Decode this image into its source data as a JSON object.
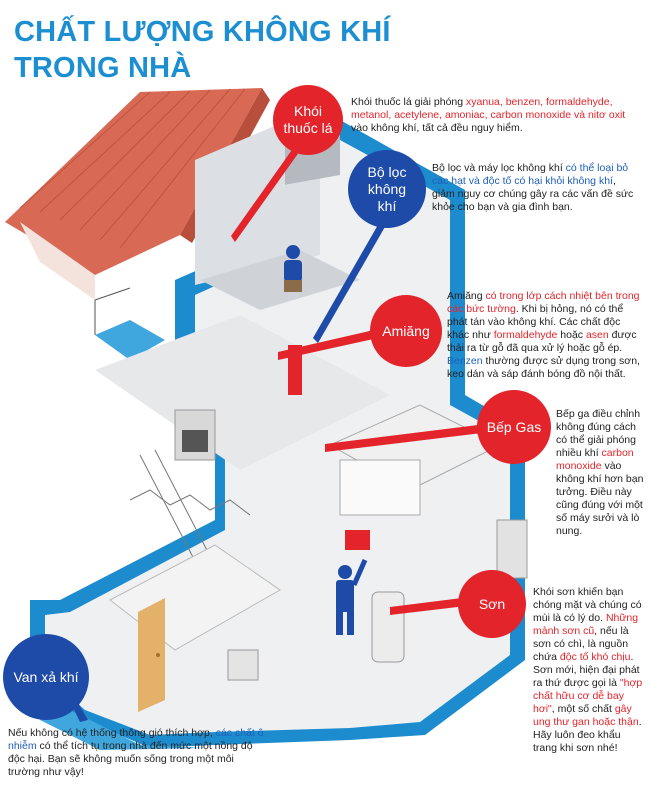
{
  "title": {
    "line1": "CHẤT LƯỢNG KHÔNG KHÍ",
    "line2": "TRONG NHÀ"
  },
  "colors": {
    "title": "#1c8fd3",
    "accent_red": "#e3242b",
    "accent_blue": "#1e4aa8",
    "wall_blue": "#1d8ccf"
  },
  "bubbles": {
    "smoke": "Khói thuốc lá",
    "filter": "Bộ lọc không khí",
    "asbestos": "Amiăng",
    "gas": "Bếp Gas",
    "paint": "Sơn",
    "vent": "Van xả khí"
  },
  "texts": {
    "smoke": {
      "a": "Khói thuốc lá giải phóng ",
      "b": "xyanua, benzen, formaldehyde, metanol, acetylene, amoniac, carbon monoxide và nitơ oxit",
      "c": " vào không khí, tất cả đều nguy hiểm."
    },
    "filter": {
      "a": "Bộ lọc và máy lọc không khí ",
      "b": "có thể loại bỏ các hạt và độc tố có hại khỏi không khí",
      "c": ", giảm nguy cơ chúng gây ra các vấn đề sức khỏe cho bạn và gia đình bạn."
    },
    "asbestos": {
      "a": "Amiăng ",
      "b": "có trong lớp cách nhiệt bên trong các bức tường",
      "c": ". Khi bị hỏng, nó có thể phát tán vào không khí. Các chất độc khác như ",
      "d": "formaldehyde",
      "e": " hoặc ",
      "f": "asen",
      "g": " được thải ra từ gỗ đã qua xử lý hoặc gỗ ép. ",
      "h": "Benzen",
      "i": " thường được sử dụng trong sơn, keo dán và sáp đánh bóng đồ nội thất."
    },
    "gas": {
      "a": "Bếp ga điều chỉnh không đúng cách có thể giải phóng nhiều khí ",
      "b": "carbon monoxide",
      "c": " vào không khí hơn bạn tưởng. Điều này cũng đúng với một số máy sưởi và lò nung."
    },
    "paint": {
      "a": "Khói sơn khiến bạn chóng mặt và chúng có mùi là có lý do. ",
      "b": "Những mảnh sơn cũ",
      "c": ", nếu là sơn có chì, là nguồn chứa ",
      "d": "độc tố khó chịu",
      "e": ". Sơn mới, hiện đại phát ra thứ được gọi là ",
      "f": "\"hợp chất hữu cơ dễ bay hơi\"",
      "g": ", một số chất ",
      "h": "gây ung thư gan hoặc thận",
      "i": ". Hãy luôn đeo khẩu trang khi sơn nhé!"
    },
    "vent": {
      "a": "Nếu không có hệ thống thông gió thích hợp, ",
      "b": "các chất ô nhiễm",
      "c": " có thể tích tụ trong nhà đến mức một nồng độ độc hại. Bạn sẽ không muốn sống trong một môi trường như vậy!"
    }
  }
}
